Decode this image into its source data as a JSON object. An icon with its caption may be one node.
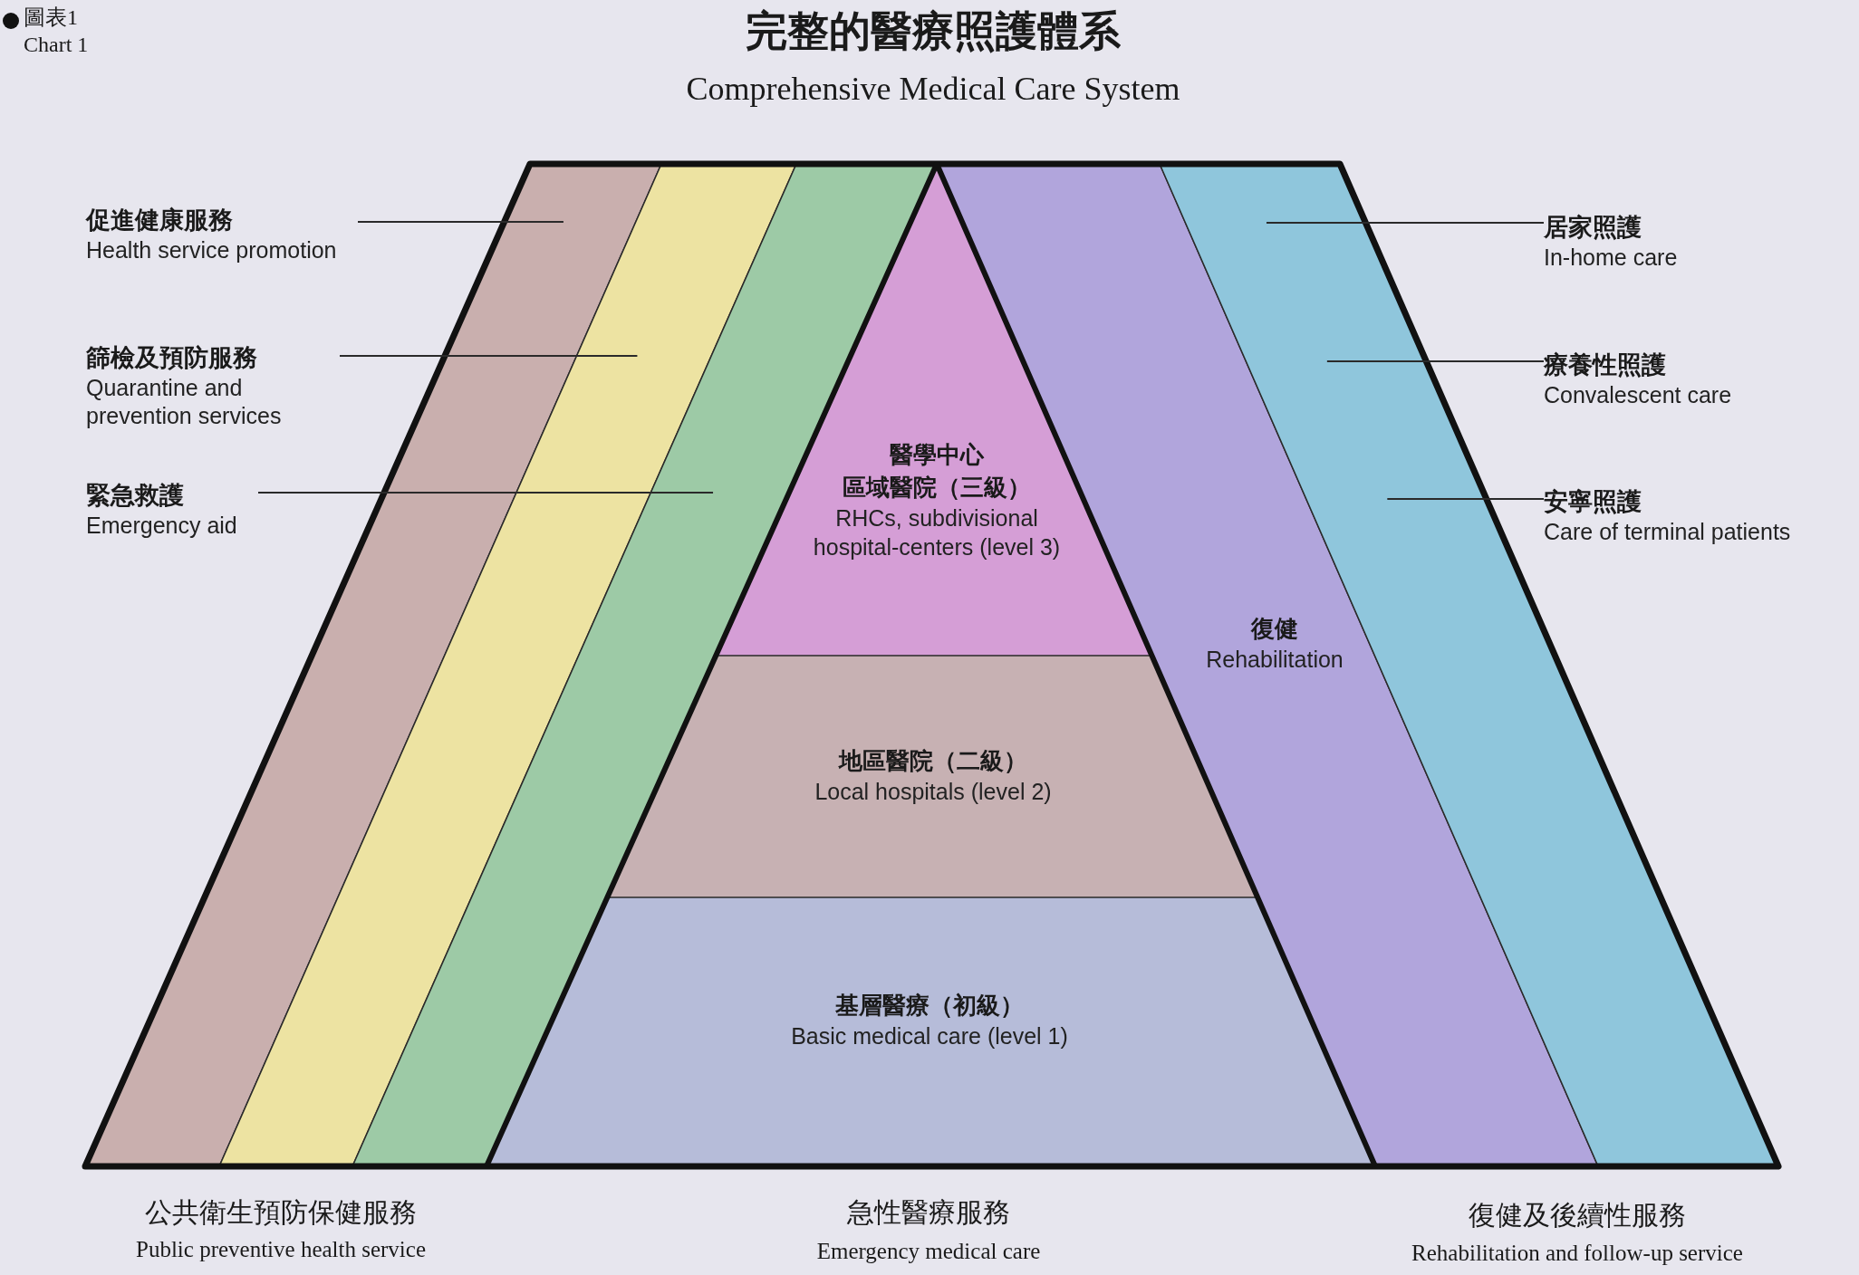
{
  "diagram": {
    "title": "完整的醫療照護體系",
    "nodes": [
      {
        "text": [
          "促進健康服務",
          "Health service promotion"
        ]
      },
      {
        "text": [
          "篩檢及預防服務",
          "Quarantine and prevention services"
        ]
      },
      {
        "text": [
          "緊急救護",
          "Emergency aid"
        ]
      },
      {
        "text": [],
        "shape": "band"
      },
      {
        "text": [],
        "shape": "band"
      },
      {
        "text": [],
        "shape": "band"
      },
      {
        "text": [
          "醫學中心",
          "區域醫院（三級）",
          "RHCs, subdivisional hospital-centers (level 3)"
        ]
      },
      {
        "text": [
          "地區醫院（二級）",
          "Local hospitals (level 2)"
        ]
      },
      {
        "text": [
          "基層醫療（初級）",
          "Basic medical care (level 1)"
        ]
      },
      {
        "text": [
          "復健",
          "Rehabilitation"
        ]
      },
      {
        "text": [],
        "shape": "band"
      },
      {
        "text": [
          "居家照護",
          "In-home care"
        ]
      },
      {
        "text": [
          "療養性照護",
          "Convalescent care"
        ]
      },
      {
        "text": [
          "安寧照護",
          "Care of terminal patients"
        ]
      }
    ],
    "edges": [
      {
        "from": 0,
        "to": 3,
        "arrow": "none"
      },
      {
        "from": 1,
        "to": 4,
        "arrow": "none"
      },
      {
        "from": 2,
        "to": 5,
        "arrow": "none"
      },
      {
        "from": 11,
        "to": 10,
        "arrow": "none"
      },
      {
        "from": 12,
        "to": 10,
        "arrow": "none"
      },
      {
        "from": 13,
        "to": 10,
        "arrow": "none"
      }
    ],
    "labels": [
      "圖表1",
      "Chart 1",
      "Comprehensive Medical Care System",
      "公共衛生預防保健服務",
      "Public preventive health service",
      "急性醫療服務",
      "Emergency medical care",
      "復健及後續性服務",
      "Rehabilitation and follow-up service"
    ]
  }
}
